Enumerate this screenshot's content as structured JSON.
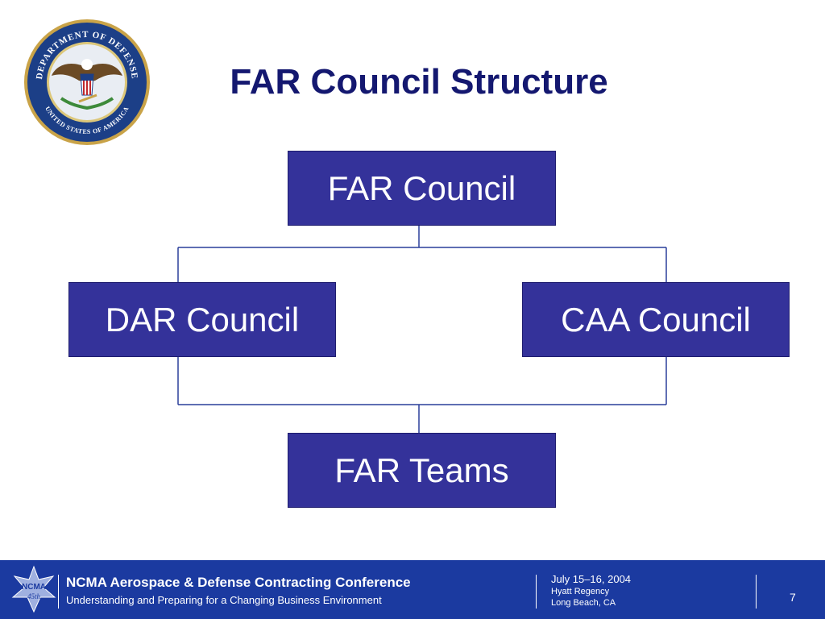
{
  "slide": {
    "title": "FAR Council Structure"
  },
  "seal": {
    "top_text": "DEPARTMENT OF DEFENSE",
    "bottom_text": "UNITED STATES OF AMERICA"
  },
  "org_chart": {
    "top": "FAR Council",
    "left": "DAR Council",
    "right": "CAA Council",
    "bottom": "FAR Teams"
  },
  "colors": {
    "title": "#141870",
    "box_fill": "#34329a",
    "connector": "#2a3f9a",
    "footer_bg": "#1b3aa0"
  },
  "footer": {
    "conference": "NCMA Aerospace & Defense Contracting Conference",
    "subtitle": "Understanding and Preparing for a Changing Business Environment",
    "date": "July 15–16, 2004",
    "venue": "Hyatt Regency",
    "location": "Long Beach, CA",
    "page_number": "7",
    "logo_text": "NCMA",
    "logo_anniversary": "45th"
  }
}
